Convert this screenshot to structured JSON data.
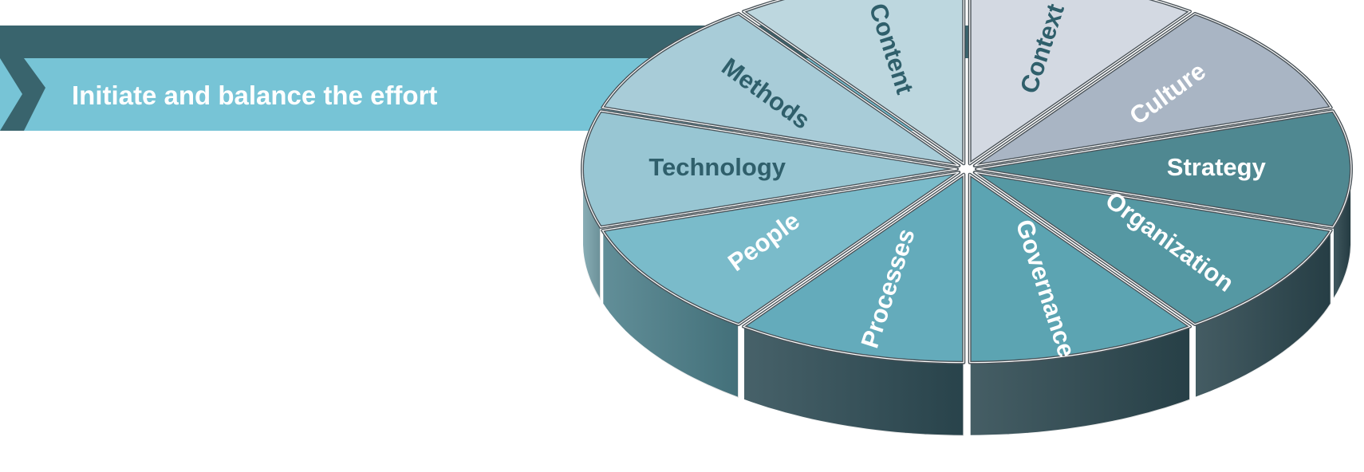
{
  "banner": {
    "title": "Initiate and balance the effort",
    "dark_color": "#39646d",
    "light_color": "#77c4d6",
    "text_color": "#ffffff"
  },
  "segments": [
    {
      "label": "Context",
      "top": "#d3d9e2",
      "side": "#9aa4b2",
      "text": "#2f5f6b"
    },
    {
      "label": "Culture",
      "top": "#a9b5c4",
      "side": "#7c8898",
      "text": "#ffffff"
    },
    {
      "label": "Strategy",
      "top": "#4f8891",
      "side": "#28424a",
      "text": "#ffffff"
    },
    {
      "label": "Organization",
      "top": "#5598a3",
      "side": "#2b464e",
      "text": "#ffffff"
    },
    {
      "label": "Governance",
      "top": "#5ca4b2",
      "side": "#2c4850",
      "text": "#ffffff"
    },
    {
      "label": "Processes",
      "top": "#64abbb",
      "side": "#2e4c55",
      "text": "#ffffff"
    },
    {
      "label": "People",
      "top": "#7abbca",
      "side": "#4c7f8a",
      "text": "#ffffff"
    },
    {
      "label": "Technology",
      "top": "#98c6d3",
      "side": "#7aa4ad",
      "text": "#2f5f6b"
    },
    {
      "label": "Methods",
      "top": "#a8ccd8",
      "side": "#86aab5",
      "text": "#2f5f6b"
    },
    {
      "label": "Content",
      "top": "#bdd7df",
      "side": "#98b4bd",
      "text": "#2f5f6b"
    }
  ],
  "separator_color": "#4a5359",
  "outline_color": "#ffffff"
}
